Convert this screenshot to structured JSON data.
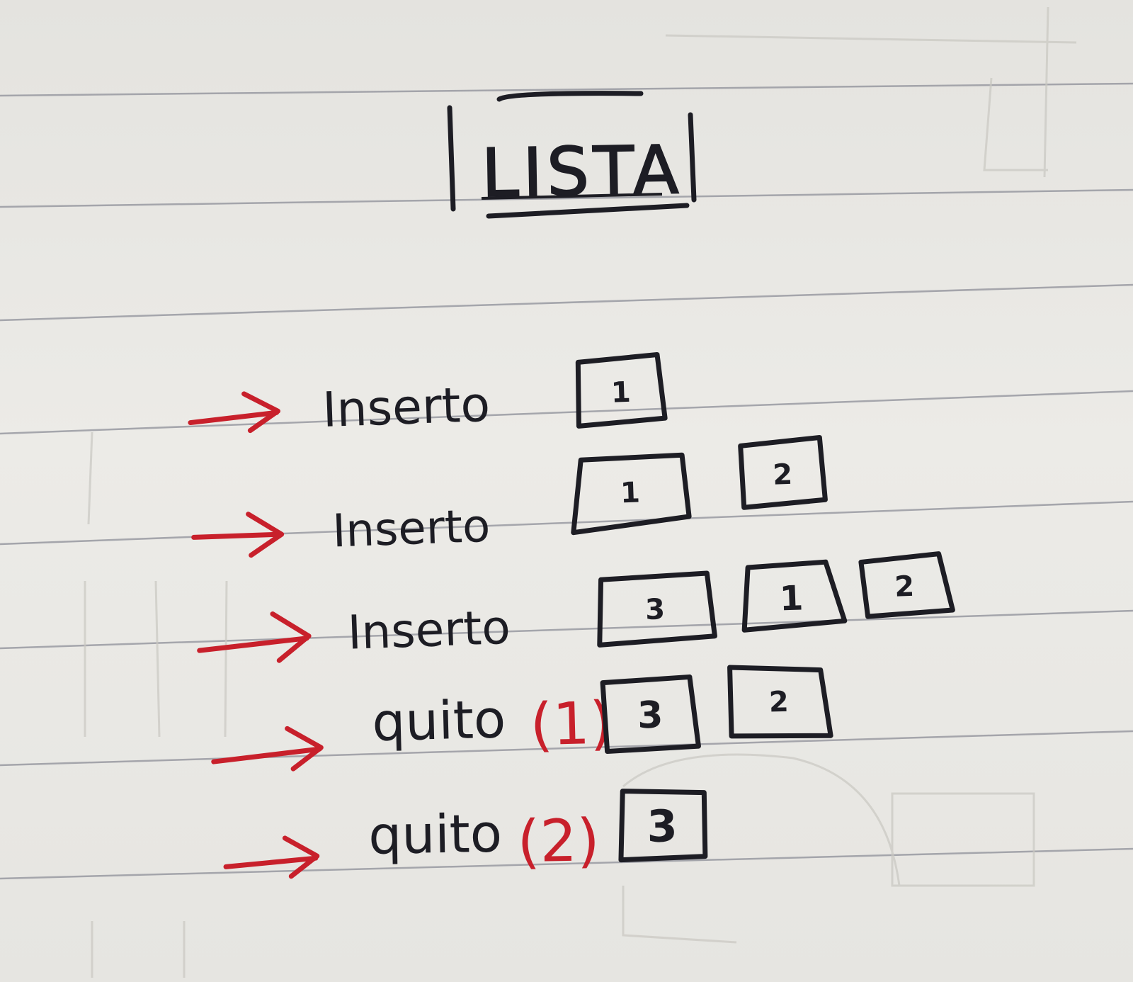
{
  "title": "LISTA",
  "steps": [
    {
      "action": "Inserto",
      "arg": "",
      "list": [
        "1"
      ]
    },
    {
      "action": "Inserto",
      "arg": "",
      "list": [
        "1",
        "2"
      ]
    },
    {
      "action": "Inserto",
      "arg": "",
      "list": [
        "3",
        "1",
        "2"
      ]
    },
    {
      "action": "quito",
      "arg": "(1)",
      "list": [
        "3",
        "2"
      ]
    },
    {
      "action": "quito",
      "arg": "(2)",
      "list": [
        "3"
      ]
    }
  ],
  "colors": {
    "ink": "#1d1d24",
    "arrow": "#c8202b",
    "paper": "#e9e8e4",
    "ruling": "#8d8f98"
  }
}
